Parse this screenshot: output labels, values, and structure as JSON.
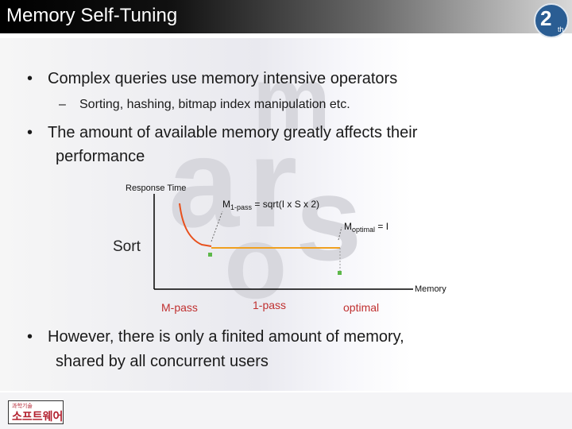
{
  "slide": {
    "title": "Memory Self-Tuning",
    "logo_number": "2",
    "logo_suffix": "th",
    "footer_logo_small": "과학기술",
    "footer_logo_big": "소프트웨어"
  },
  "bullets": {
    "b1": "Complex queries use memory intensive operators",
    "sub1": "Sorting, hashing, bitmap index manipulation etc.",
    "b2_line1": "The amount of available memory greatly affects their",
    "b2_line2": "performance",
    "b3_line1": "However, there is only a finited amount of memory,",
    "b3_line2": "shared by all concurrent users"
  },
  "diagram": {
    "y_axis_label": "Response Time",
    "x_axis_label": "Memory",
    "m1pass_main": "M",
    "m1pass_sub": "1-pass",
    "m1pass_formula": " = sqrt(I x S x 2)",
    "moptimal_main": "M",
    "moptimal_sub": "optimal",
    "moptimal_formula": " = I",
    "operator_label": "Sort",
    "tick_mpass": "M-pass",
    "tick_1pass": "1-pass",
    "tick_optimal": "optimal"
  },
  "colors": {
    "curve": "#e8501c",
    "flat_line": "#f0a020",
    "point": "#5db84a",
    "tick_text": "#c03030"
  }
}
